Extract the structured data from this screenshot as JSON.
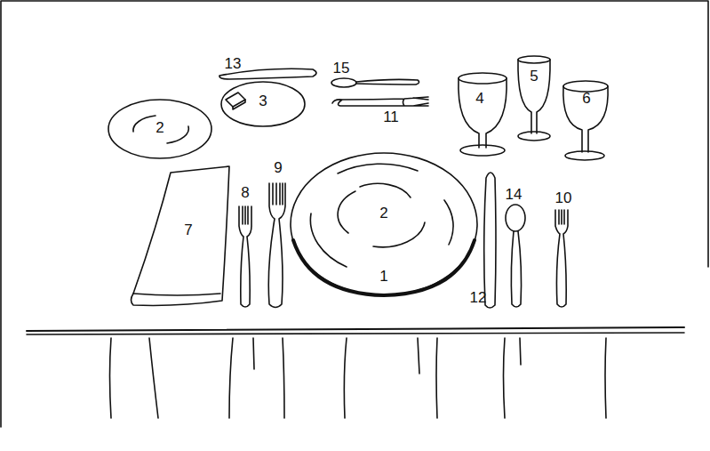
{
  "diagram": {
    "labels": [
      "13",
      "15",
      "5",
      "4",
      "6",
      "3",
      "11",
      "2",
      "9",
      "14",
      "8",
      "10",
      "2",
      "7",
      "1",
      "12"
    ]
  }
}
